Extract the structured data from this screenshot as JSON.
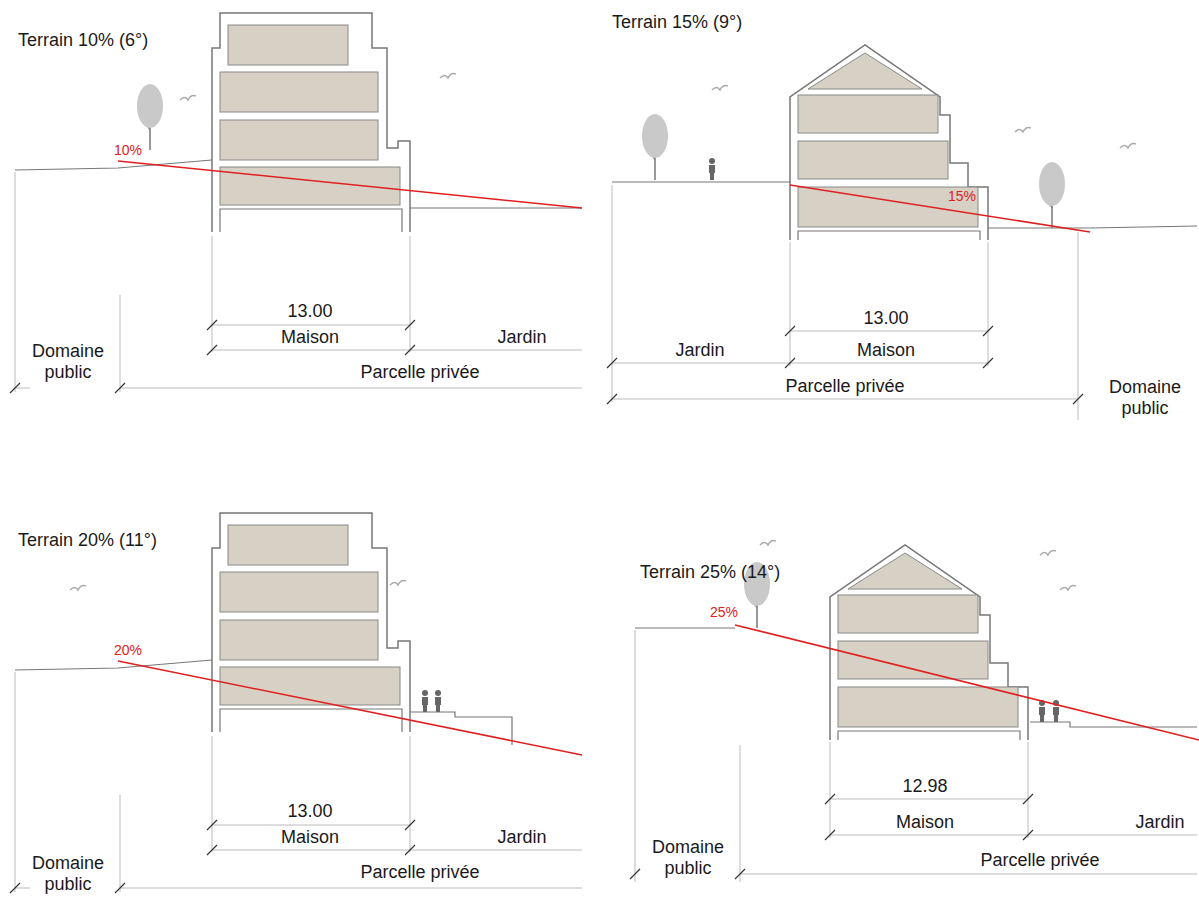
{
  "diagram": {
    "labels": [
      "Terrain 10% (6°)",
      "10%",
      "13.00",
      "Maison",
      "Jardin",
      "Domaine public",
      "Parcelle privée",
      "Terrain 15% (9°)",
      "15%",
      "13.00",
      "Jardin",
      "Maison",
      "Parcelle privée",
      "Domaine public",
      "Terrain 20% (11°)",
      "20%",
      "13.00",
      "Maison",
      "Jardin",
      "Domaine public",
      "Parcelle privée",
      "Terrain 25% (14°)",
      "25%",
      "12.98",
      "Maison",
      "Jardin",
      "Domaine public",
      "Parcelle privée"
    ]
  }
}
